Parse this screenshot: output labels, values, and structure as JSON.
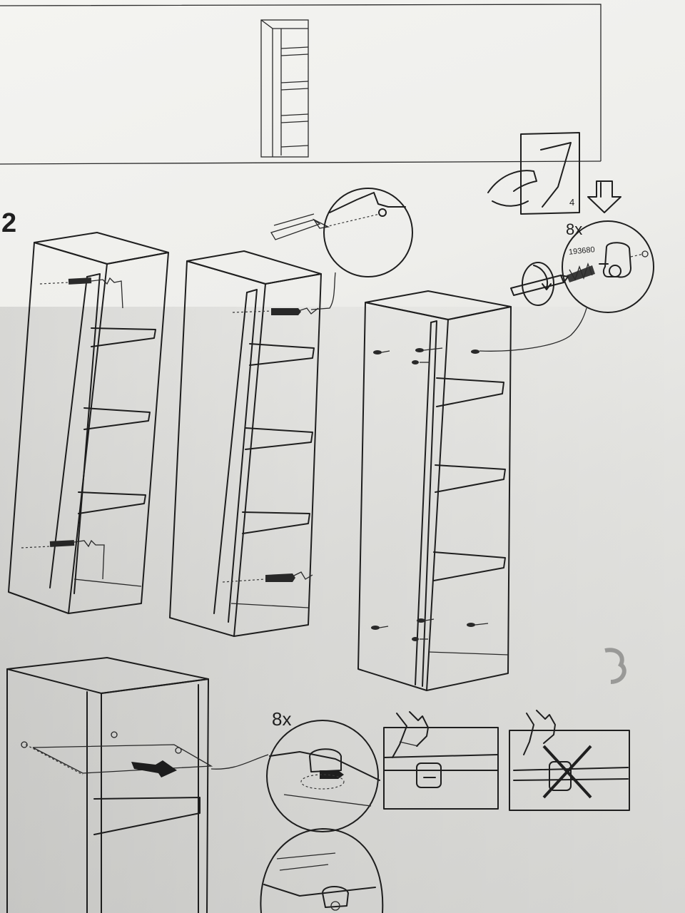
{
  "step": {
    "number": "2"
  },
  "hardware": {
    "screw_quantity": "8x",
    "part_number": "193680",
    "clip_quantity": "8x"
  },
  "reference": {
    "page_number": "4"
  },
  "icons": [
    "hand-peel-sticker-icon",
    "arrow-down-icon",
    "screwdriver-icon",
    "screw-icon",
    "shelf-clip-icon",
    "hand-press-icon",
    "cross-mark-icon"
  ],
  "colors": {
    "ink": "#1f1f1f",
    "paper": "#eeeeeb"
  }
}
